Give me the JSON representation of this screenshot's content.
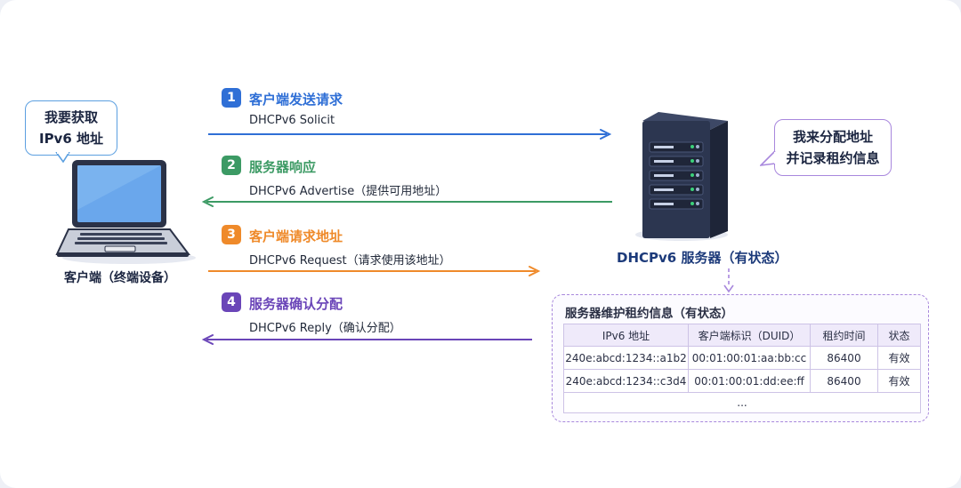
{
  "client": {
    "bubble_line1": "我要获取",
    "bubble_line2": "IPv6 地址",
    "caption": "客户端（终端设备）"
  },
  "server": {
    "bubble_line1": "我来分配地址",
    "bubble_line2": "并记录租约信息",
    "caption": "DHCPv6 服务器（有状态）"
  },
  "steps": [
    {
      "num": "1",
      "title": "客户端发送请求",
      "subtitle": "DHCPv6 Solicit",
      "color": "#2f6fd6",
      "direction": "to-server"
    },
    {
      "num": "2",
      "title": "服务器响应",
      "subtitle": "DHCPv6 Advertise（提供可用地址）",
      "color": "#3c9a64",
      "direction": "to-client"
    },
    {
      "num": "3",
      "title": "客户端请求地址",
      "subtitle": "DHCPv6 Request（请求使用该地址）",
      "color": "#ef8a2a",
      "direction": "to-server"
    },
    {
      "num": "4",
      "title": "服务器确认分配",
      "subtitle": "DHCPv6 Reply（确认分配）",
      "color": "#6a45b8",
      "direction": "to-client"
    }
  ],
  "lease_table": {
    "title": "服务器维护租约信息（有状态）",
    "headers": [
      "IPv6 地址",
      "客户端标识（DUID）",
      "租约时间",
      "状态"
    ],
    "rows": [
      [
        "240e:abcd:1234::a1b2",
        "00:01:00:01:aa:bb:cc",
        "86400",
        "有效"
      ],
      [
        "240e:abcd:1234::c3d4",
        "00:01:00:01:dd:ee:ff",
        "86400",
        "有效"
      ]
    ],
    "ellipsis": "..."
  },
  "colors": {
    "accent_blue": "#2f6fd6",
    "accent_green": "#3c9a64",
    "accent_orange": "#ef8a2a",
    "accent_purple": "#6a45b8",
    "server_body": "#2c3650"
  }
}
